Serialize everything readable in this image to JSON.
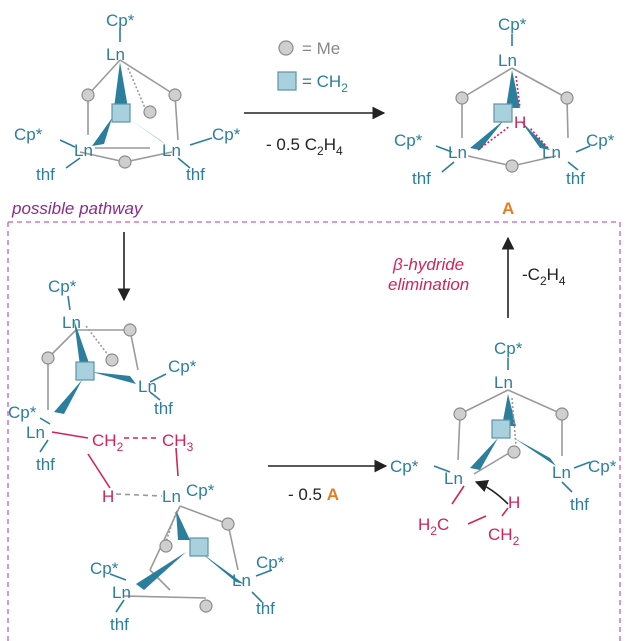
{
  "legend": {
    "me_label": "= Me",
    "ch2_label": "= CH",
    "ch2_sub": "2"
  },
  "labels": {
    "cp": "Cp*",
    "ln": "Ln",
    "thf": "thf",
    "h": "H",
    "ch2": "CH",
    "ch3": "CH",
    "sub2": "2",
    "sub3": "3",
    "h2c": "H",
    "h2c_c": "C"
  },
  "arrows": {
    "top_prefix": "- 0.5 C",
    "top_sub2": "2",
    "top_sub4": "4",
    "bottom_prefix": "- 0.5 ",
    "bottom_A": "A",
    "up_prefix": "-C",
    "up_sub2": "2",
    "up_sub4": "4"
  },
  "product_label": "A",
  "pathway_label": "possible pathway",
  "elimination_line1": "β-hydride",
  "elimination_line2": "elimination",
  "colors": {
    "teal": "#2b7f9c",
    "red": "#d0245b",
    "orange": "#e87d1e",
    "purple": "#8b2a8c"
  }
}
